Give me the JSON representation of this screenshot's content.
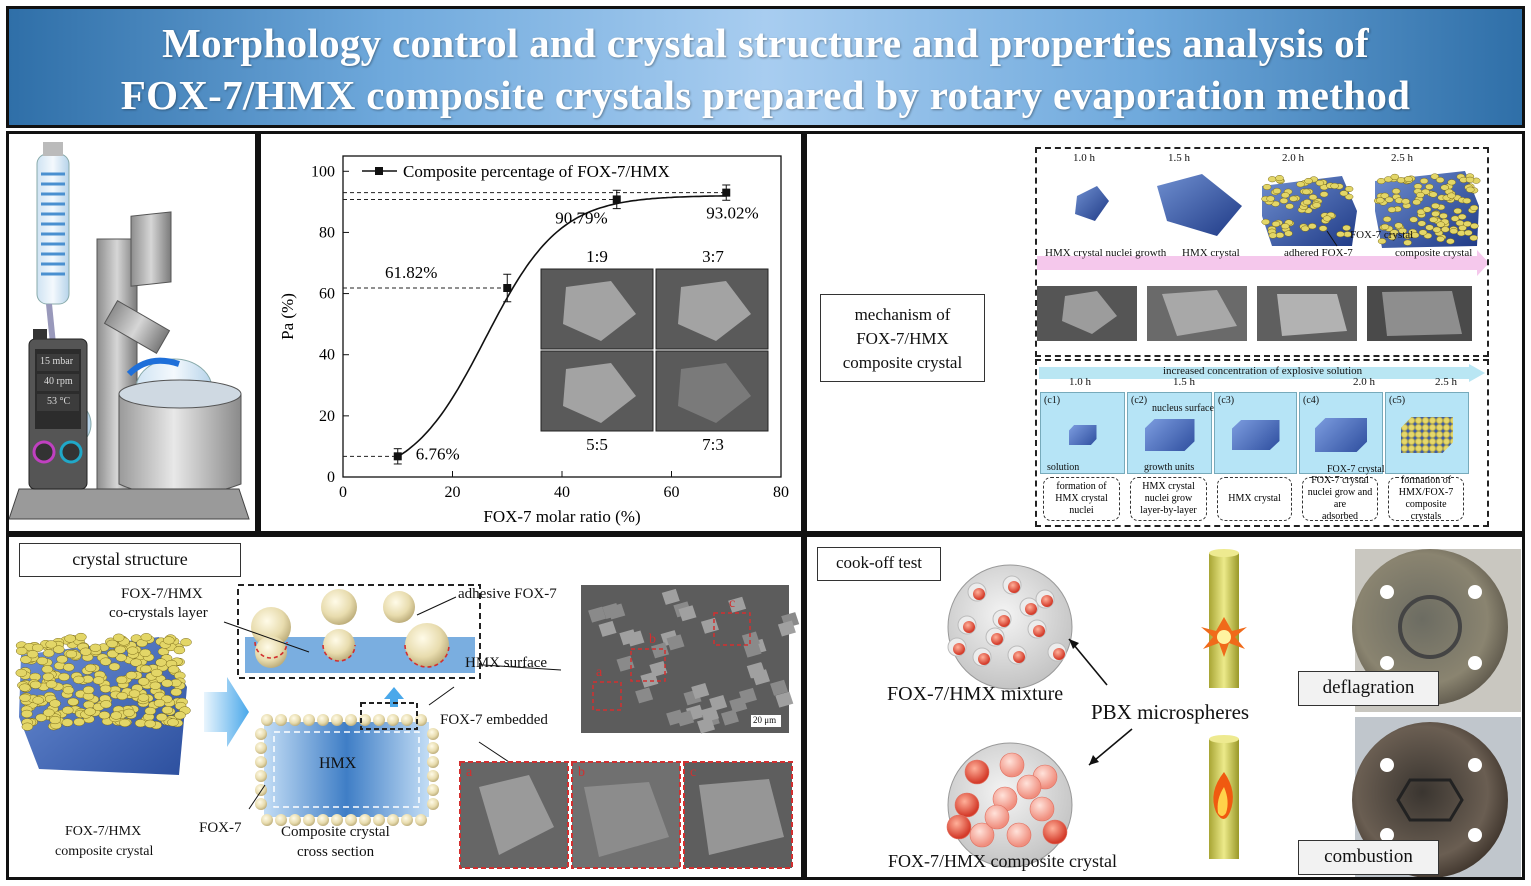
{
  "title": {
    "line1": "Morphology control and crystal structure and properties analysis of",
    "line2": "FOX-7/HMX composite crystals prepared by rotary evaporation method"
  },
  "evaporator": {
    "pressure": "15 mbar",
    "speed": "40 rpm",
    "temperature": "53 °C"
  },
  "chart_data": {
    "type": "scatter",
    "title": "",
    "xlabel": "FOX-7 molar ratio (%)",
    "ylabel": "Pa (%)",
    "xlim": [
      0,
      80
    ],
    "ylim": [
      0,
      105
    ],
    "xticks": [
      0,
      20,
      40,
      60,
      80
    ],
    "yticks": [
      0,
      20,
      40,
      60,
      80,
      100
    ],
    "legend": "top",
    "series": [
      {
        "name": "Composite percentage of FOX-7/HMX",
        "x": [
          10,
          30,
          50,
          70
        ],
        "y": [
          6.76,
          61.82,
          90.79,
          93.02
        ],
        "err": [
          2.5,
          4.5,
          3.0,
          2.5
        ],
        "labels": [
          "6.76%",
          "61.82%",
          "90.79%",
          "93.02%"
        ]
      }
    ],
    "inset_labels": [
      "1:9",
      "3:7",
      "5:5",
      "7:3"
    ]
  },
  "mechanism": {
    "label": [
      "mechanism of",
      "FOX-7/HMX",
      "composite crystal"
    ],
    "top_times": [
      "1.0 h",
      "1.5 h",
      "2.0 h",
      "2.5 h"
    ],
    "fox_crystal": "FOX-7 crystal",
    "stages": [
      "HMX crystal nuclei growth",
      "HMX crystal",
      "adhered FOX-7",
      "composite crystal"
    ],
    "arrow_text": "increased concentration of explosive solution",
    "bottom_times": [
      "1.0 h",
      "1.5 h",
      "2.0 h",
      "2.5 h"
    ],
    "cells": [
      "(c1)",
      "(c2)",
      "(c3)",
      "(c4)",
      "(c5)"
    ],
    "c1_note": "solution",
    "c2_note1": "nucleus surface",
    "c2_note2": "growth units",
    "c4_note": "FOX-7 crystal",
    "captions": [
      [
        "formation of",
        "HMX crystal",
        "nuclei"
      ],
      [
        "HMX crystal",
        "nuclei grow",
        "layer-by-layer"
      ],
      [
        "HMX crystal"
      ],
      [
        "FOX-7 crystal",
        "nuclei grow and are",
        "adsorbed"
      ],
      [
        "formation of",
        "HMX/FOX-7",
        "composite crystals"
      ]
    ]
  },
  "structure": {
    "header": "crystal structure",
    "cocrystal_layer": [
      "FOX-7/HMX",
      "co-crystals layer"
    ],
    "adhesive": "adhesive FOX-7",
    "hmx_surface": "HMX surface",
    "embedded": "FOX-7 embedded",
    "hmx": "HMX",
    "fox7": "FOX-7",
    "composite_crystal": [
      "FOX-7/HMX",
      "composite crystal"
    ],
    "cross_section": [
      "Composite crystal",
      "cross section"
    ],
    "scale": "20 μm",
    "sem_marks": [
      "a",
      "b",
      "c"
    ]
  },
  "cookoff": {
    "header": "cook-off test",
    "mixture": "FOX-7/HMX mixture",
    "pbx": "PBX microspheres",
    "composite": "FOX-7/HMX composite crystal",
    "deflagration": "deflagration",
    "combustion": "combustion"
  }
}
